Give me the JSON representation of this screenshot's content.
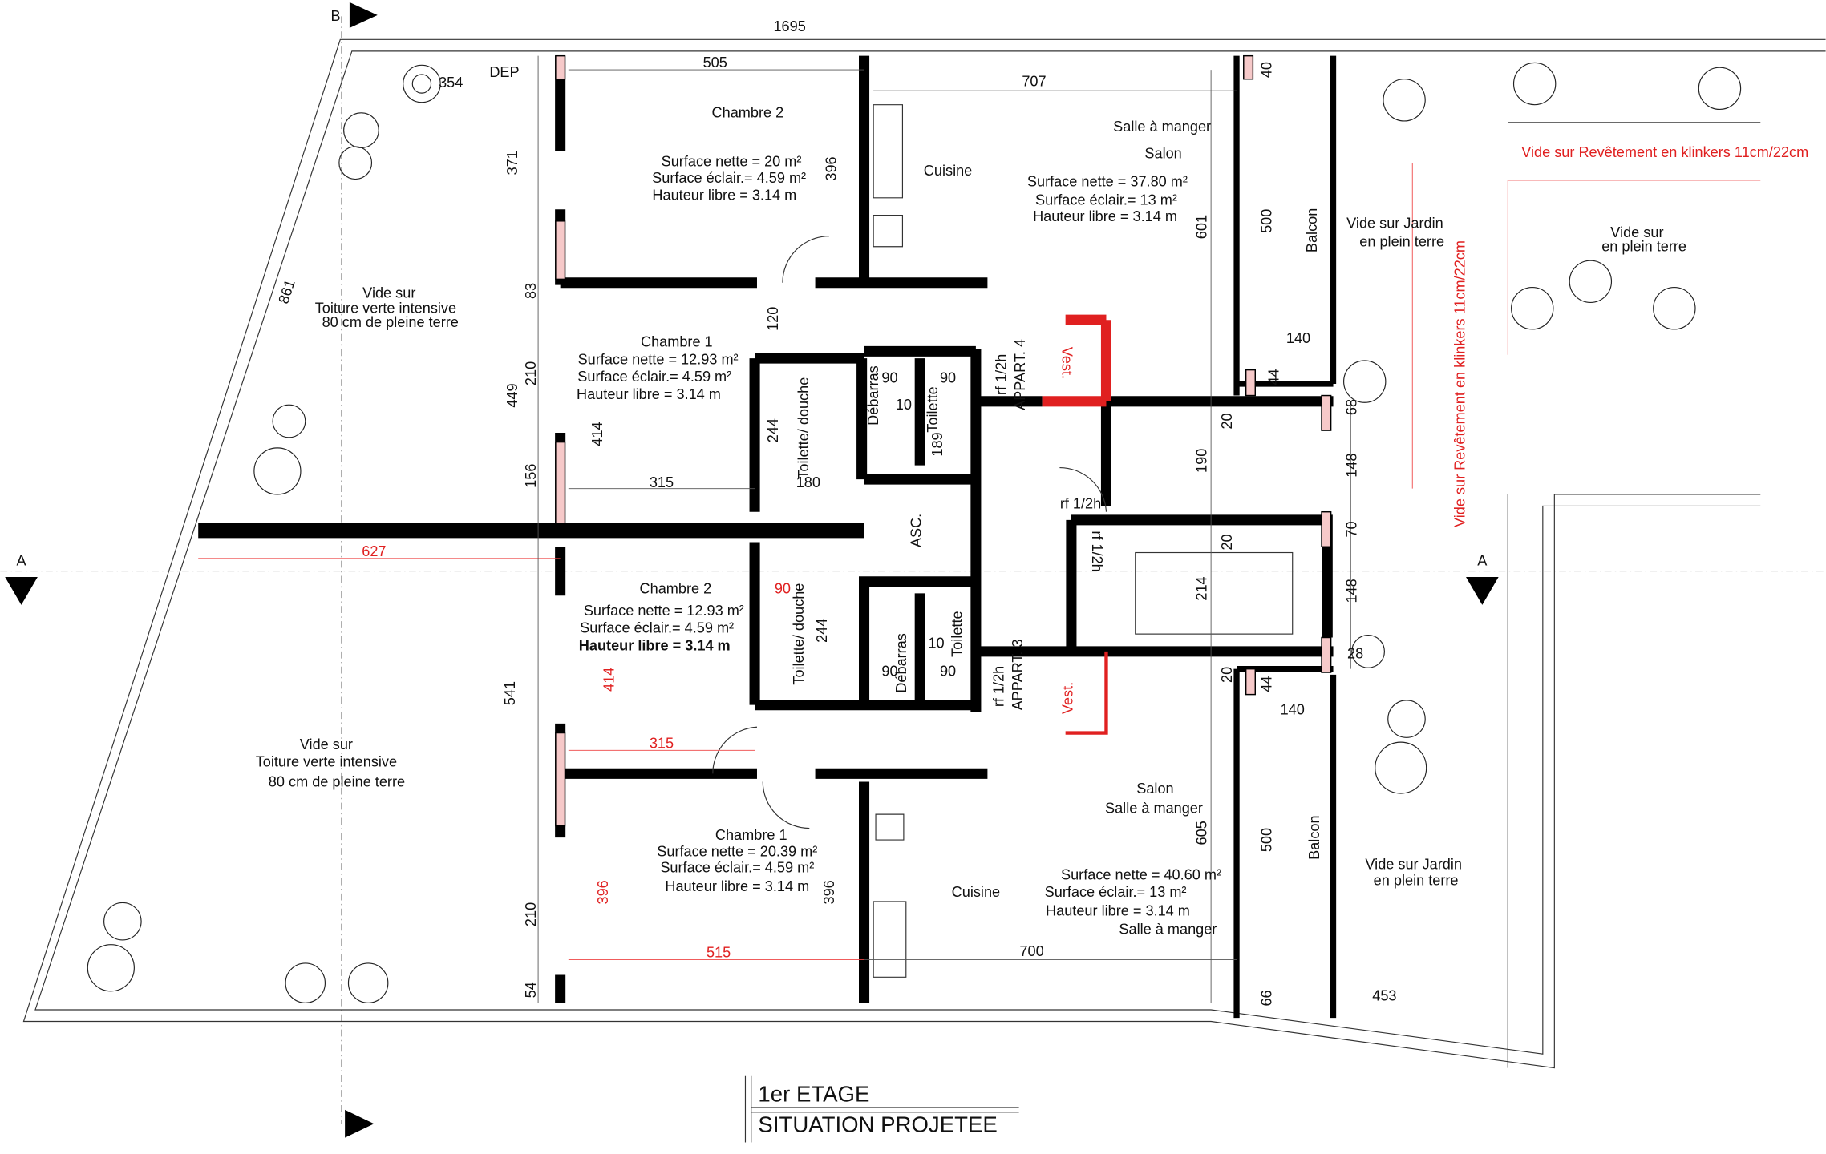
{
  "plan": {
    "markers": {
      "section_b_top": "B",
      "section_a_left": "A",
      "section_a_right": "A"
    },
    "overall_width": "1695",
    "top": {
      "dep": "DEP",
      "d354": "354",
      "d505": "505",
      "d707": "707",
      "d40": "40"
    },
    "left_terrace_top": {
      "l1": "Vide sur",
      "l2": "Toiture verte intensive",
      "l3": "80 cm de pleine terre",
      "d861": "861",
      "d371": "371",
      "d449": "449",
      "d83": "83",
      "d210": "210",
      "d156": "156"
    },
    "left_terrace_bottom": {
      "l1": "Vide sur",
      "l2": "Toiture verte intensive",
      "l3": "80 cm de pleine terre",
      "d541": "541",
      "d210": "210",
      "d54": "54"
    },
    "d627": "627",
    "appart4": {
      "chambre2": {
        "name": "Chambre 2",
        "surface": "Surface nette = 20 m²",
        "eclair": "Surface éclair.= 4.59 m²",
        "hauteur": "Hauteur libre = 3.14 m",
        "d396": "396"
      },
      "cuisine": "Cuisine",
      "salon": {
        "name1": "Salle à manger",
        "name2": "Salon",
        "surface": "Surface nette = 37.80 m²",
        "eclair": "Surface éclair.= 13 m²",
        "hauteur": "Hauteur libre = 3.14 m",
        "d601": "601"
      },
      "chambre1": {
        "name": "Chambre 1",
        "surface": "Surface nette = 12.93 m²",
        "eclair": "Surface éclair.= 4.59 m²",
        "hauteur": "Hauteur libre = 3.14 m",
        "d414": "414",
        "d315": "315",
        "d120": "120"
      },
      "toilette_douche": "Toilette/ douche",
      "d244": "244",
      "d180": "180",
      "debarras": "Débarras",
      "d90a": "90",
      "d10": "10",
      "d90b": "90",
      "toilette": "Toilette",
      "d189": "189",
      "rf": "rf 1/2h",
      "label": "APPART. 4",
      "vest": "Vest.",
      "balcon": "Balcon",
      "d500": "500",
      "d140": "140",
      "d44": "44",
      "d68": "68",
      "d20": "20",
      "d190": "190",
      "d148": "148"
    },
    "core": {
      "asc": "ASC.",
      "rf1": "rf 1/2h",
      "rf2": "rf 1/2h",
      "d70": "70",
      "d20": "20",
      "d214": "214",
      "d148": "148",
      "d28": "28",
      "d20b": "20"
    },
    "appart3": {
      "chambre2": {
        "name": "Chambre 2",
        "surface": "Surface nette = 12.93 m²",
        "eclair": "Surface éclair.= 4.59 m²",
        "hauteur": "Hauteur libre = 3.14 m",
        "d414": "414",
        "d315": "315",
        "d90": "90"
      },
      "toilette_douche": "Toilette/ douche",
      "d244": "244",
      "debarras": "Débarras",
      "d10": "10",
      "d90a": "90",
      "d90b": "90",
      "toilette": "Toilette",
      "rf": "rf 1/2h",
      "label": "APPART. 3",
      "vest": "Vest.",
      "chambre1": {
        "name": "Chambre 1",
        "surface": "Surface nette = 20.39 m²",
        "eclair": "Surface éclair.= 4.59 m²",
        "hauteur": "Hauteur libre = 3.14 m",
        "d396": "396",
        "d396r": "396",
        "d515": "515"
      },
      "cuisine": "Cuisine",
      "d700": "700",
      "salon": {
        "name1": "Salon",
        "name2": "Salle à manger",
        "surface": "Surface nette = 40.60 m²",
        "eclair": "Surface éclair.= 13 m²",
        "hauteur": "Hauteur libre = 3.14 m",
        "name3": "Salle à manger",
        "d605": "605"
      },
      "balcon": "Balcon",
      "d500": "500",
      "d44": "44",
      "d140": "140",
      "d66": "66",
      "d453": "453"
    },
    "right": {
      "jardin_top_1": "Vide sur Jardin",
      "jardin_top_2": "en plein terre",
      "jardin_bot_1": "Vide sur Jardin",
      "jardin_bot_2": "en plein terre",
      "klinker_h": "Vide sur Revêtement en klinkers 11cm/22cm",
      "klinker_v": "Vide sur Revêtement en klinkers 11cm/22cm",
      "vide_1": "Vide sur",
      "vide_2": "en plein terre"
    },
    "title": {
      "line1": "1er ETAGE",
      "line2": "SITUATION PROJETEE"
    },
    "colors": {
      "wall": "#000000",
      "accent": "#e02020",
      "hatch": "#f6c9c9"
    }
  }
}
